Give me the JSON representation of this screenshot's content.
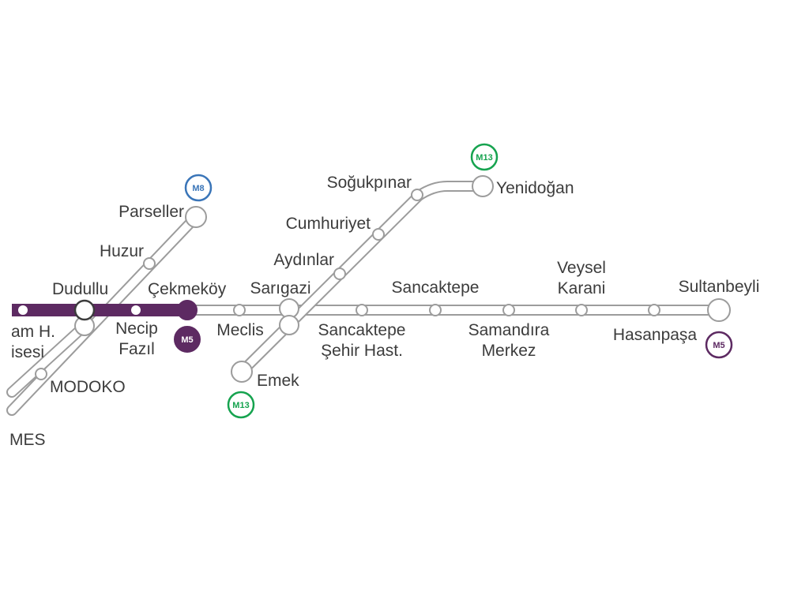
{
  "colors": {
    "m5": "#5d2a62",
    "m8": "#3a75b8",
    "m13": "#16a34f",
    "track": "#9c9c9c",
    "track_fill": "#ffffff",
    "station_fill": "#ffffff",
    "label": "#3c3c3c"
  },
  "line_badges": {
    "m8": "M8",
    "m13_top": "M13",
    "m13_bottom": "M13",
    "m5_cekmekoy": "M5",
    "m5_sultanbeyli": "M5"
  },
  "stations": {
    "imam_hatip": [
      "am H.",
      "isesi"
    ],
    "dudullu": "Dudullu",
    "necip_fazil": [
      "Necip",
      "Fazıl"
    ],
    "cekmekoy": "Çekmeköy",
    "modoko": "MODOKO",
    "mes": "MES",
    "parseller": "Parseller",
    "huzur": "Huzur",
    "meclis": "Meclis",
    "sarigazi": "Sarıgazi",
    "aydinlar": "Aydınlar",
    "cumhuriyet": "Cumhuriyet",
    "sogukpinar": "Soğukpınar",
    "yenidogan": "Yenidoğan",
    "emek": "Emek",
    "sancaktepe_sehir": [
      "Sancaktepe",
      "Şehir Hast."
    ],
    "sancaktepe": "Sancaktepe",
    "samandira": [
      "Samandıra",
      "Merkez"
    ],
    "veysel_karani": [
      "Veysel",
      "Karani"
    ],
    "hasanpasa": "Hasanpaşa",
    "sultanbeyli": "Sultanbeyli"
  }
}
